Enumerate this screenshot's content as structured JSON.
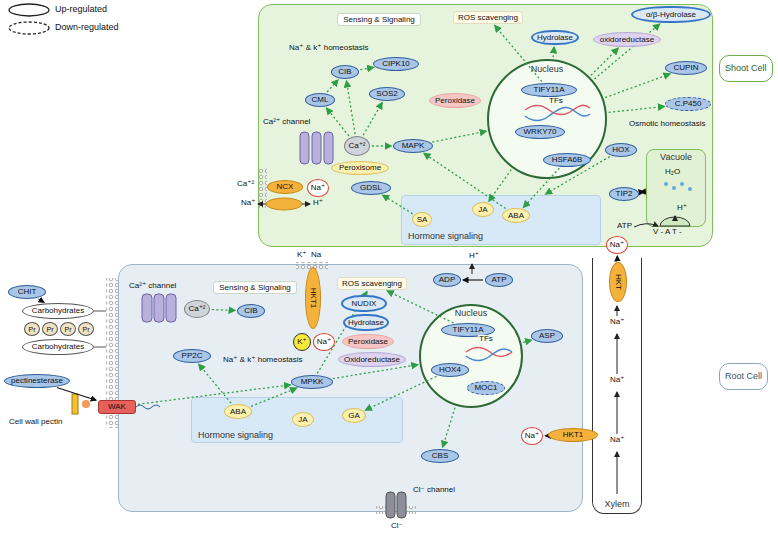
{
  "diagram": {
    "nodes": [
      {
        "text": [
          "Shoot Cell"
        ]
      },
      {
        "text": [
          "Sensing & Signaling"
        ],
        "in": 0
      },
      {
        "text": [
          "ROS scavenging"
        ],
        "in": 0
      },
      {
        "text": [
          "α/β-Hydrolase"
        ],
        "in": 0
      },
      {
        "text": [
          "Hydrolase"
        ],
        "in": 0
      },
      {
        "text": [
          "oxidoreductase"
        ],
        "in": 0
      },
      {
        "text": [
          "CIB"
        ],
        "in": 0
      },
      {
        "text": [
          "CIPK10"
        ],
        "in": 0
      },
      {
        "text": [
          "CML"
        ],
        "in": 0
      },
      {
        "text": [
          "SOS2"
        ],
        "in": 0
      },
      {
        "text": [
          "Peroxidase"
        ],
        "in": 0
      },
      {
        "text": [
          "Nucleus"
        ],
        "in": 0
      },
      {
        "text": [
          "TIFY11A"
        ],
        "in": 11
      },
      {
        "text": [
          "WRKY70"
        ],
        "in": 11
      },
      {
        "text": [
          "HSFA6B"
        ],
        "in": 11
      },
      {
        "text": [
          "HOX"
        ],
        "in": 0
      },
      {
        "text": [
          "CUPIN"
        ],
        "in": 0
      },
      {
        "text": [
          "C.P450"
        ],
        "in": 0
      },
      {
        "text": [
          "Ca⁺²"
        ],
        "in": 0
      },
      {
        "text": [
          "MAPK"
        ],
        "in": 0
      },
      {
        "text": [
          "NCX"
        ],
        "in": 0
      },
      {
        "text": [
          "Na⁺"
        ],
        "in": 0
      },
      {
        "text": [
          "Peroxisome"
        ],
        "in": 0
      },
      {
        "text": [
          "GDSL"
        ],
        "in": 0
      },
      {
        "text": [
          "Hormone signaling"
        ],
        "in": 0
      },
      {
        "text": [
          "JA"
        ],
        "in": 24
      },
      {
        "text": [
          "ABA"
        ],
        "in": 24
      },
      {
        "text": [
          "SA"
        ],
        "in": 24
      },
      {
        "text": [
          "Vacuole"
        ],
        "in": 0
      },
      {
        "text": [
          "TIP2"
        ],
        "in": 0
      },
      {
        "text": [
          "Na⁺"
        ]
      },
      {
        "text": [
          "Xylem"
        ]
      },
      {
        "text": [
          "HKT"
        ],
        "in": 31
      },
      {
        "text": [
          "Root Cell"
        ]
      },
      {
        "text": [
          "CHIT"
        ]
      },
      {
        "text": [
          "Carbohydrates"
        ]
      },
      {
        "text": [
          "Carbohydrates"
        ]
      },
      {
        "text": [
          "Pr"
        ]
      },
      {
        "text": [
          "Pr"
        ]
      },
      {
        "text": [
          "Pr"
        ]
      },
      {
        "text": [
          "Pr"
        ]
      },
      {
        "text": [
          "pectinesterase"
        ]
      },
      {
        "text": [
          "WAK"
        ]
      },
      {
        "text": [
          "Sensing & Signaling"
        ],
        "in": 33
      },
      {
        "text": [
          "Ca⁺²"
        ],
        "in": 33
      },
      {
        "text": [
          "CIB"
        ],
        "in": 33
      },
      {
        "text": [
          "HKT1"
        ],
        "in": 33
      },
      {
        "text": [
          "K⁺"
        ],
        "in": 33
      },
      {
        "text": [
          "Na⁺"
        ],
        "in": 33
      },
      {
        "text": [
          "ROS scavenging"
        ],
        "in": 33
      },
      {
        "text": [
          "NUDIX"
        ],
        "in": 33
      },
      {
        "text": [
          "Hydrolase"
        ],
        "in": 33
      },
      {
        "text": [
          "Peroxidase"
        ],
        "in": 33
      },
      {
        "text": [
          "Oxidoreductase"
        ],
        "in": 33
      },
      {
        "text": [
          "ADP"
        ],
        "in": 33
      },
      {
        "text": [
          "ATP"
        ],
        "in": 33
      },
      {
        "text": [
          "Nucleus"
        ],
        "in": 33
      },
      {
        "text": [
          "TIFY11A"
        ],
        "in": 56
      },
      {
        "text": [
          "HOX4"
        ],
        "in": 56
      },
      {
        "text": [
          "MOC1"
        ],
        "in": 56
      },
      {
        "text": [
          "ASP"
        ],
        "in": 33
      },
      {
        "text": [
          "PP2C"
        ],
        "in": 33
      },
      {
        "text": [
          "MPKK"
        ],
        "in": 33
      },
      {
        "text": [
          "Hormone signaling"
        ],
        "in": 33
      },
      {
        "text": [
          "ABA"
        ],
        "in": 63
      },
      {
        "text": [
          "JA"
        ],
        "in": 63
      },
      {
        "text": [
          "GA"
        ],
        "in": 63
      },
      {
        "text": [
          "CBS"
        ],
        "in": 33
      },
      {
        "text": [
          "HKT1"
        ]
      },
      {
        "text": [
          "Na⁺"
        ],
        "in": 33
      }
    ],
    "edges": [
      {
        "from": 18,
        "to": 6,
        "arrow": "to"
      },
      {
        "from": 18,
        "to": 8,
        "arrow": "to"
      },
      {
        "from": 18,
        "to": 19,
        "arrow": "to"
      },
      {
        "from": 18,
        "to": 9,
        "arrow": "to"
      },
      {
        "from": 8,
        "to": 6,
        "arrow": "to"
      },
      {
        "from": 6,
        "to": 7,
        "arrow": "to"
      },
      {
        "from": 19,
        "to": 11,
        "arrow": "to"
      },
      {
        "from": 12,
        "to": 2,
        "arrow": "to"
      },
      {
        "from": 11,
        "to": 4,
        "arrow": "to"
      },
      {
        "from": 11,
        "to": 5,
        "arrow": "to"
      },
      {
        "from": 11,
        "to": 3,
        "arrow": "to"
      },
      {
        "from": 11,
        "to": 16,
        "arrow": "to"
      },
      {
        "from": 11,
        "to": 17,
        "arrow": "to"
      },
      {
        "from": 26,
        "to": 19,
        "arrow": "to"
      },
      {
        "from": 27,
        "to": 23,
        "arrow": "to"
      },
      {
        "from": 14,
        "to": 26,
        "arrow": "to"
      },
      {
        "from": 11,
        "to": 25,
        "arrow": "to"
      },
      {
        "from": 15,
        "to": 24,
        "arrow": "to"
      },
      {
        "from": 29,
        "to": 28,
        "arrow": "both"
      },
      {
        "from": 32,
        "to": 30,
        "arrow": "to"
      },
      {
        "from": 68,
        "to": 69,
        "arrow": "to"
      },
      {
        "from": 44,
        "to": 45,
        "arrow": "to"
      },
      {
        "from": 34,
        "to": 35,
        "arrow": "to"
      },
      {
        "from": 41,
        "to": 42,
        "arrow": "to"
      },
      {
        "from": 42,
        "to": 62,
        "arrow": "to"
      },
      {
        "from": 64,
        "to": 61,
        "arrow": "to"
      },
      {
        "from": 64,
        "to": 62,
        "arrow": "to"
      },
      {
        "from": 62,
        "to": 56,
        "arrow": "to"
      },
      {
        "from": 62,
        "to": 49,
        "arrow": "to"
      },
      {
        "from": 57,
        "to": 49,
        "arrow": "to"
      },
      {
        "from": 56,
        "to": 60,
        "arrow": "to"
      },
      {
        "from": 58,
        "to": 66,
        "arrow": "to"
      },
      {
        "from": 56,
        "to": 67,
        "arrow": "to"
      },
      {
        "from": 55,
        "to": 54,
        "arrow": "to"
      }
    ],
    "labels": [
      "Na⁺ & k⁺ homeostasis",
      "Ca²⁺ channel",
      "Ca⁺²",
      "Na⁺",
      "H⁺",
      "TFs",
      "Osmotic homeostasis",
      "H₂O",
      "H⁺",
      "ATP",
      "V - A T -",
      "K⁺",
      "Na",
      "Ca²⁺ channel",
      "Na⁺ & k⁺ homeostasis",
      "TFs",
      "H⁺",
      "Cell wall pectin",
      "Cl⁻ channel",
      "Cl⁻",
      "Na⁺",
      "Na⁺",
      "Na⁺"
    ],
    "legend": [
      {
        "text": "Up-regulated"
      },
      {
        "text": "Down-regulated"
      }
    ]
  }
}
